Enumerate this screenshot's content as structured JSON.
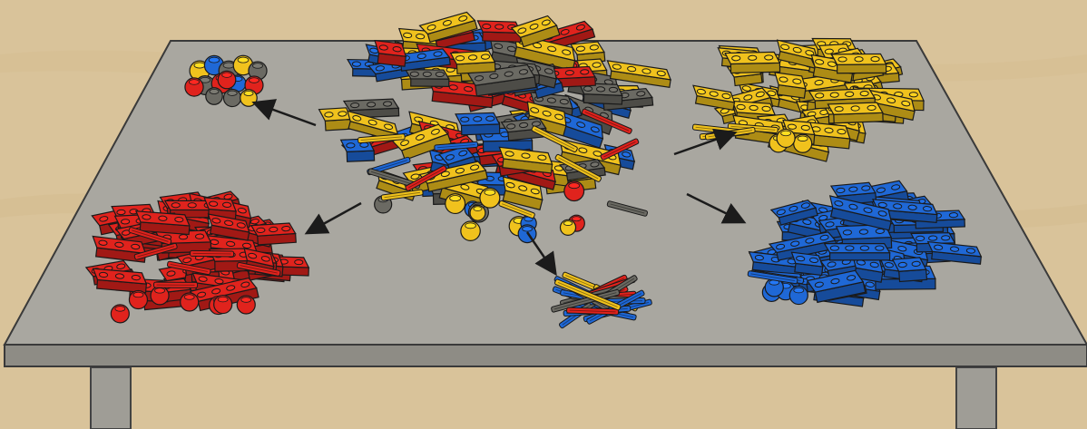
{
  "scene": {
    "colors": {
      "wall": "#d9c39a",
      "table_top": "#a9a7a0",
      "table_edge": "#8e8c85",
      "leg": "#9f9d96",
      "red": "#e0231d",
      "blue": "#1f68d6",
      "yellow": "#f0c21d",
      "gray": "#6b6a63",
      "outline": "#1a1a1a"
    },
    "groups": [
      {
        "id": "mixed",
        "label": "",
        "colors": [
          "red",
          "blue",
          "yellow",
          "gray"
        ]
      },
      {
        "id": "round-pieces",
        "label": "",
        "colors": [
          "red",
          "blue",
          "yellow",
          "gray"
        ]
      },
      {
        "id": "red-pile",
        "label": "",
        "colors": [
          "red"
        ]
      },
      {
        "id": "axles",
        "label": "",
        "colors": [
          "red",
          "blue",
          "yellow",
          "gray"
        ]
      },
      {
        "id": "yellow-pile",
        "label": "",
        "colors": [
          "yellow"
        ]
      },
      {
        "id": "blue-pile",
        "label": "",
        "colors": [
          "blue"
        ]
      }
    ],
    "arrows": [
      {
        "from": "mixed",
        "to": "round-pieces"
      },
      {
        "from": "mixed",
        "to": "red-pile"
      },
      {
        "from": "mixed",
        "to": "axles"
      },
      {
        "from": "mixed",
        "to": "yellow-pile"
      },
      {
        "from": "mixed",
        "to": "blue-pile"
      }
    ]
  }
}
